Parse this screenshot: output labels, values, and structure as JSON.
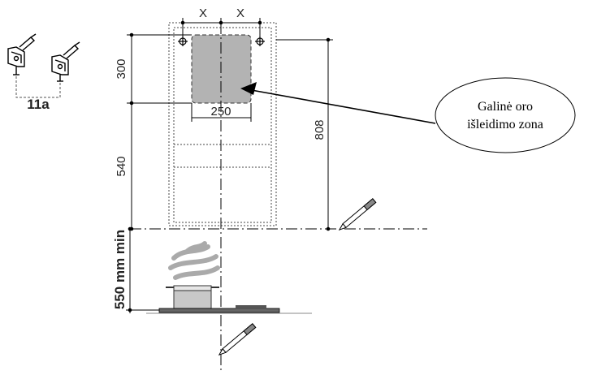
{
  "labels": {
    "x_left": "X",
    "x_right": "X",
    "dim_300": "300",
    "dim_540": "540",
    "dim_808": "808",
    "dim_250": "250",
    "dim_550": "550 mm min",
    "bracket_ref": "11a"
  },
  "callout": {
    "line1": "Galinė oro",
    "line2": "išleidimo zona"
  },
  "colors": {
    "vent_zone": "#b3b3b3",
    "line": "#000000"
  }
}
